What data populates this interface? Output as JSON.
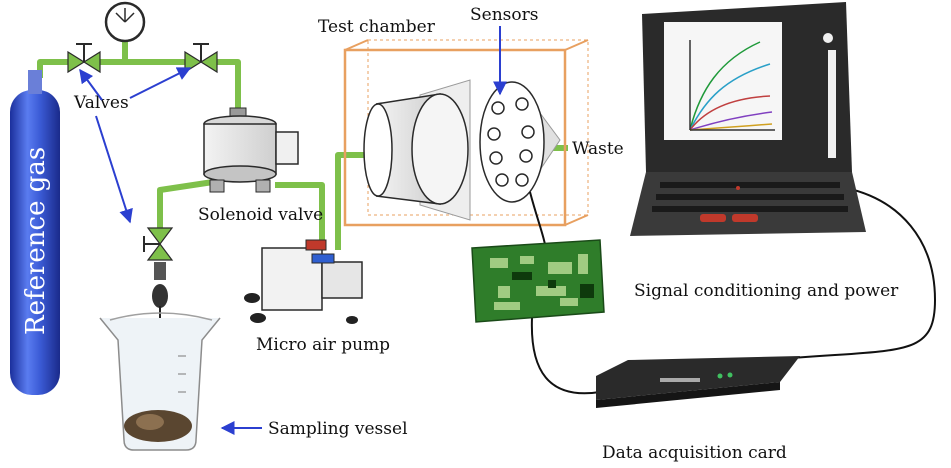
{
  "labels": {
    "reference_gas": "Reference gas",
    "valves": "Valves",
    "solenoid_valve": "Solenoid valve",
    "test_chamber": "Test chamber",
    "sensors": "Sensors",
    "waste": "Waste",
    "micro_air_pump": "Micro air pump",
    "sampling_vessel": "Sampling vessel",
    "signal_conditioning": "Signal conditioning and power",
    "data_acquisition": "Data acquisition card"
  },
  "colors": {
    "pipe_green": "#7ec04a",
    "cylinder_blue": "#3b5bd6",
    "arrow_blue": "#2b3fd0",
    "chamber_orange": "#e8a060",
    "pcb_green": "#2f7d2a",
    "laptop_dark": "#2a2a2a"
  }
}
